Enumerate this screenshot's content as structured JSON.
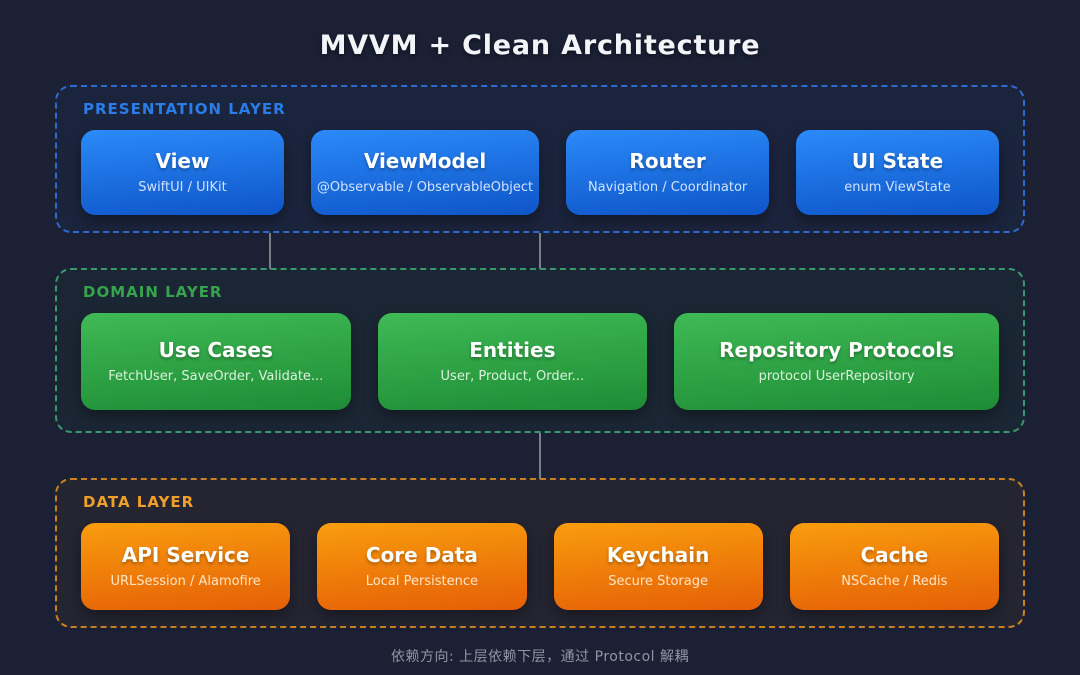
{
  "title": "MVVM + Clean Architecture",
  "footer": "依赖方向: 上层依赖下层，通过 Protocol 解耦",
  "colors": {
    "page_background": "#1b2034",
    "presentation_accent": "#2a7ce8",
    "presentation_border": "#2e6bd0",
    "presentation_box_gradient": [
      "#2b8af9",
      "#0e55c8"
    ],
    "domain_accent": "#35a44d",
    "domain_border": "#38996b",
    "domain_box_gradient": [
      "#3fba55",
      "#1e8c36"
    ],
    "data_accent": "#f0a02a",
    "data_border": "#c9821f",
    "data_box_gradient": [
      "#f99d0e",
      "#e55f06"
    ],
    "connector": "#7a7f8a"
  },
  "layers": [
    {
      "label": "PRESENTATION LAYER",
      "boxes": [
        {
          "title": "View",
          "subtitle": "SwiftUI / UIKit"
        },
        {
          "title": "ViewModel",
          "subtitle": "@Observable / ObservableObject"
        },
        {
          "title": "Router",
          "subtitle": "Navigation / Coordinator"
        },
        {
          "title": "UI State",
          "subtitle": "enum ViewState"
        }
      ]
    },
    {
      "label": "DOMAIN LAYER",
      "boxes": [
        {
          "title": "Use Cases",
          "subtitle": "FetchUser, SaveOrder, Validate..."
        },
        {
          "title": "Entities",
          "subtitle": "User, Product, Order..."
        },
        {
          "title": "Repository Protocols",
          "subtitle": "protocol UserRepository"
        }
      ]
    },
    {
      "label": "DATA LAYER",
      "boxes": [
        {
          "title": "API Service",
          "subtitle": "URLSession / Alamofire"
        },
        {
          "title": "Core Data",
          "subtitle": "Local Persistence"
        },
        {
          "title": "Keychain",
          "subtitle": "Secure Storage"
        },
        {
          "title": "Cache",
          "subtitle": "NSCache / Redis"
        }
      ]
    }
  ]
}
